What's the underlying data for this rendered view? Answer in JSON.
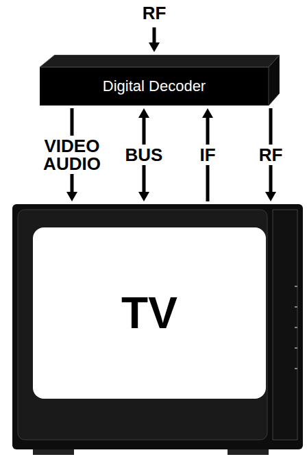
{
  "diagram": {
    "nodes": [
      {
        "text": [
          "Digital Decoder"
        ]
      },
      {
        "text": [
          "TV"
        ]
      }
    ],
    "edges": [
      {
        "from": 0,
        "to": 1,
        "arrow": "to",
        "label": "VIDEO AUDIO"
      },
      {
        "from": 0,
        "to": 1,
        "arrow": "both",
        "label": "BUS"
      },
      {
        "from": 1,
        "to": 0,
        "arrow": "to",
        "label": "IF"
      },
      {
        "from": 0,
        "to": 1,
        "arrow": "to",
        "label": "RF"
      }
    ],
    "labels": [
      "RF"
    ]
  }
}
